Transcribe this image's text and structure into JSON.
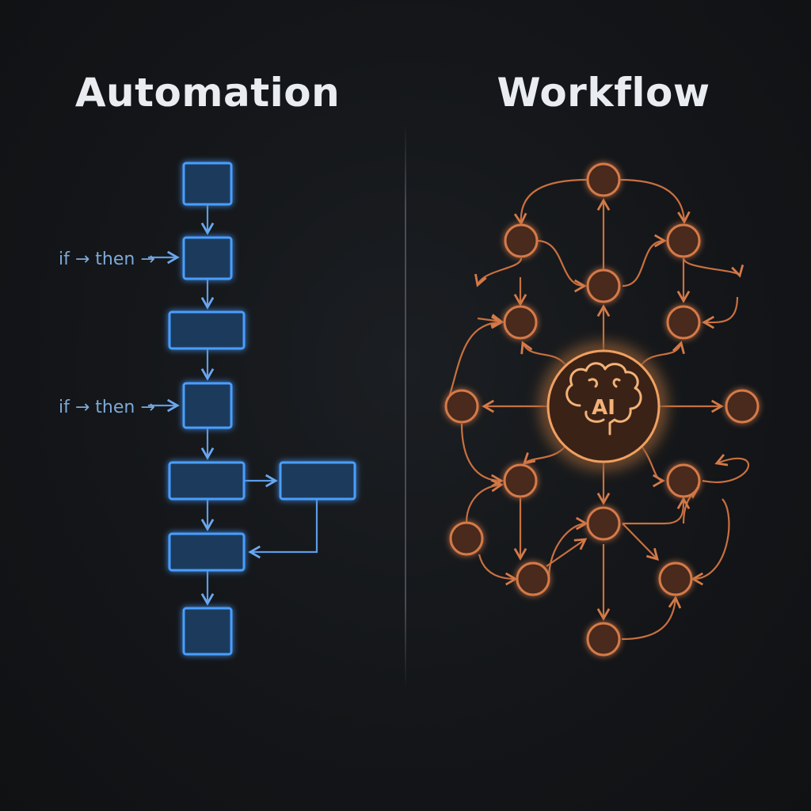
{
  "titles": {
    "left": "Automation",
    "right": "Workflow"
  },
  "automation": {
    "conditions": [
      "if → then →",
      "if → then →"
    ]
  },
  "workflow": {
    "hub_label": "AI",
    "hub_icon": "brain-icon"
  },
  "colors": {
    "background": "#131518",
    "automation_accent": "#4a9eff",
    "workflow_accent": "#e07a3c"
  }
}
